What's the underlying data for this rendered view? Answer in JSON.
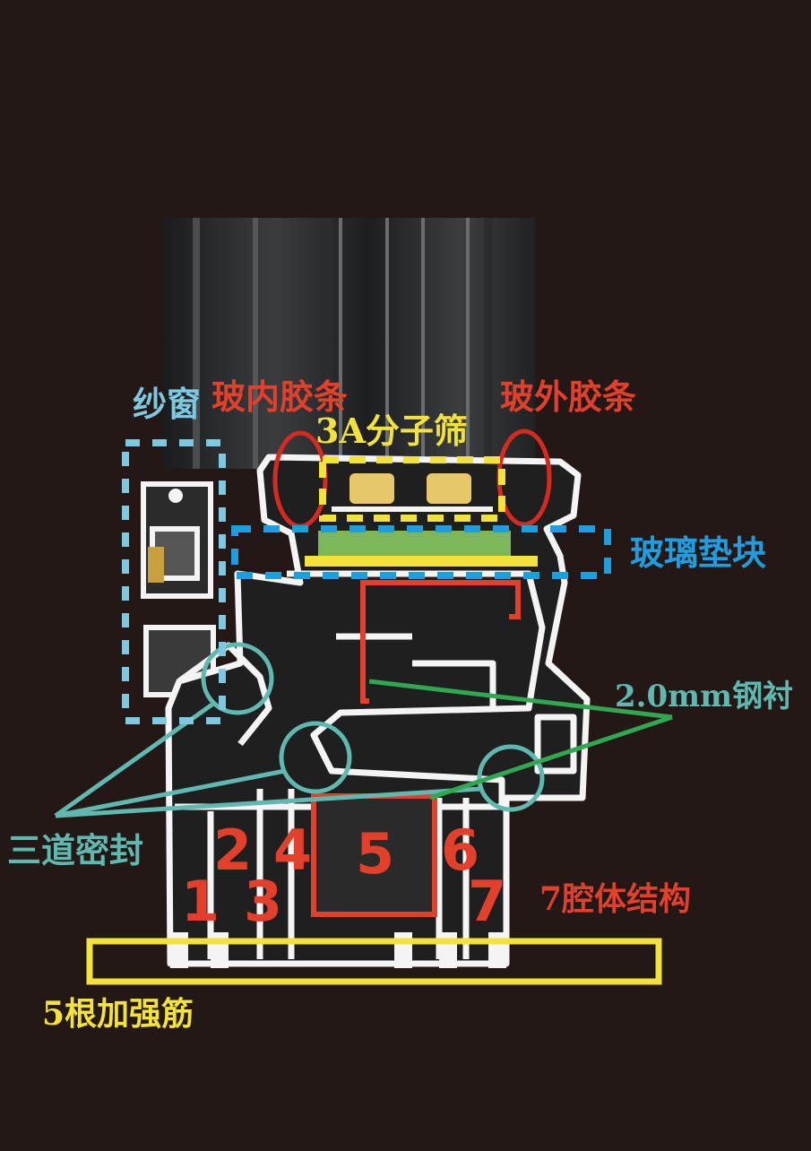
{
  "labels": {
    "screen_window": "纱窗",
    "inner_glass_seal": "玻内胶条",
    "outer_glass_seal": "玻外胶条",
    "molecular_sieve": "3A分子筛",
    "glass_setting_block": "玻璃垫块",
    "steel_lining": "2.0mm钢衬",
    "triple_seal": "三道密封",
    "seven_chamber": "7腔体结构",
    "five_ribs": "5根加强筋"
  },
  "chambers": [
    "1",
    "2",
    "3",
    "4",
    "5",
    "6",
    "7"
  ],
  "colors": {
    "background": "#231815",
    "profile_white": "#f4f4f4",
    "red": "#e2402a",
    "yellow": "#f2e23a",
    "light_blue": "#7ec9e0",
    "blue": "#1e9ee0",
    "teal": "#5fb9b0",
    "green": "#2fa84f"
  }
}
